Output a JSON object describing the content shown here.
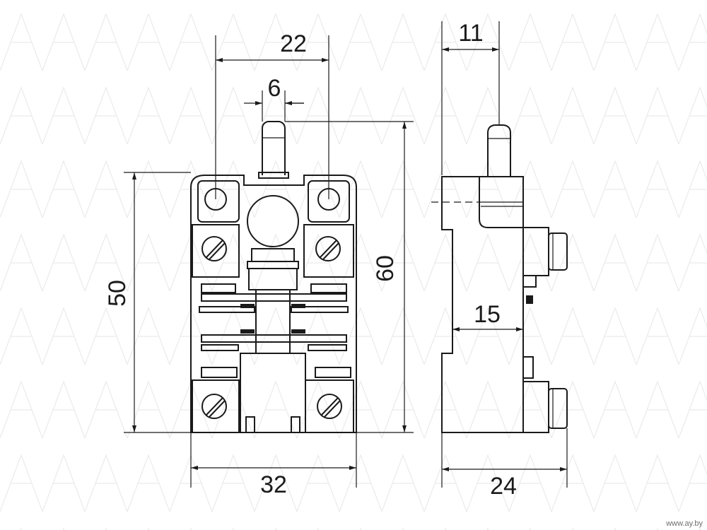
{
  "drawing": {
    "dimensions": {
      "front_hole_spacing": "22",
      "front_plunger_width": "6",
      "front_height": "50",
      "front_total_height": "60",
      "front_width": "32",
      "side_plunger_offset": "11",
      "side_body_depth": "15",
      "side_total_depth": "24"
    },
    "watermark_text": "www.ay.by",
    "colors": {
      "line": "#1a1a1a",
      "background": "#ffffff",
      "watermark_pattern": "#ebebeb"
    }
  }
}
